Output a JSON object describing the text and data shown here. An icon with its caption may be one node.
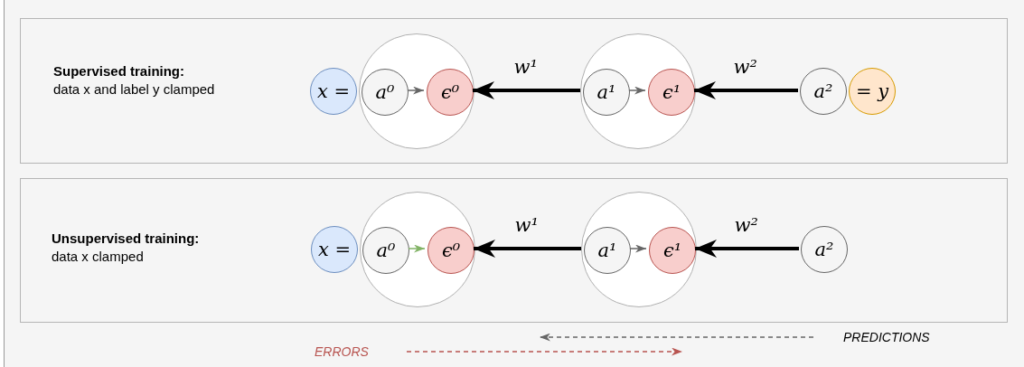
{
  "diagram": {
    "nodes": [
      {
        "text": [
          "Supervised training:",
          "data x and label y clamped"
        ]
      },
      {
        "text": [
          "x ="
        ],
        "in": 0
      },
      {
        "text": [],
        "shape": "circle",
        "in": 0
      },
      {
        "text": [
          "a⁰"
        ],
        "in": 2
      },
      {
        "text": [
          "ϵ⁰"
        ],
        "in": 2
      },
      {
        "text": [],
        "shape": "circle",
        "in": 0
      },
      {
        "text": [
          "a¹"
        ],
        "in": 5
      },
      {
        "text": [
          "ϵ¹"
        ],
        "in": 5
      },
      {
        "text": [
          "a²"
        ],
        "in": 0
      },
      {
        "text": [
          "= y"
        ],
        "in": 0
      },
      {
        "text": [
          "Unsupervised training:",
          "data x clamped"
        ]
      },
      {
        "text": [
          "x ="
        ],
        "in": 10
      },
      {
        "text": [],
        "shape": "circle",
        "in": 10
      },
      {
        "text": [
          "a⁰"
        ],
        "in": 12
      },
      {
        "text": [
          "ϵ⁰"
        ],
        "in": 12
      },
      {
        "text": [],
        "shape": "circle",
        "in": 10
      },
      {
        "text": [
          "a¹"
        ],
        "in": 15
      },
      {
        "text": [
          "ϵ¹"
        ],
        "in": 15
      },
      {
        "text": [
          "a²"
        ],
        "in": 10
      }
    ],
    "edges": [
      {
        "from": 3,
        "to": 4,
        "arrow": "to",
        "color": "#666666"
      },
      {
        "from": 6,
        "to": 7,
        "arrow": "to",
        "color": "#666666"
      },
      {
        "from": 6,
        "to": 4,
        "arrow": "to",
        "label": "w¹",
        "style": "thick"
      },
      {
        "from": 8,
        "to": 7,
        "arrow": "to",
        "label": "w²",
        "style": "thick"
      },
      {
        "from": 13,
        "to": 14,
        "arrow": "to",
        "color": "#82b366"
      },
      {
        "from": 16,
        "to": 17,
        "arrow": "to",
        "color": "#666666"
      },
      {
        "from": 16,
        "to": 14,
        "arrow": "to",
        "label": "w¹",
        "style": "thick"
      },
      {
        "from": 18,
        "to": 17,
        "arrow": "to",
        "label": "w²",
        "style": "thick"
      }
    ],
    "legend": [
      {
        "text": "PREDICTIONS"
      },
      {
        "text": "ERRORS"
      }
    ]
  }
}
